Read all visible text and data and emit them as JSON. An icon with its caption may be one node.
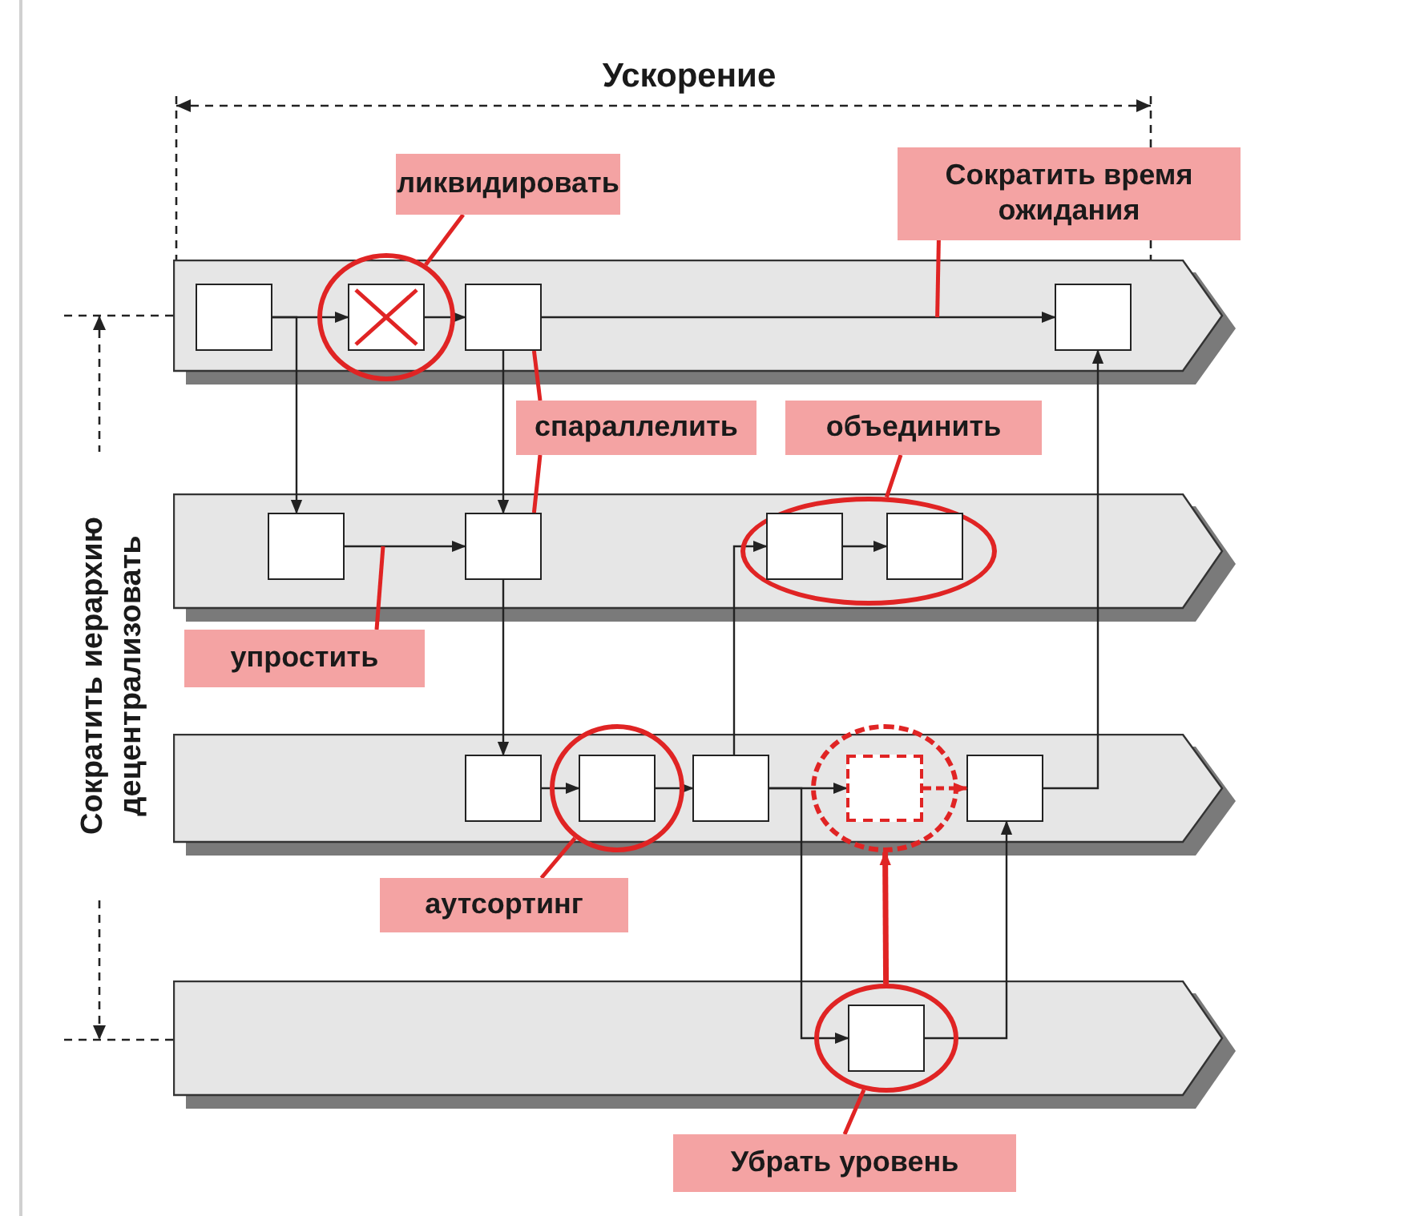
{
  "diagram": {
    "nodes": [
      {
        "text": [
          "ликвидировать"
        ]
      },
      {
        "text": [
          "Сократить время ожидания"
        ]
      },
      {
        "text": [],
        "shape": "arrow"
      },
      {
        "text": [],
        "shape": "box",
        "in": 2
      },
      {
        "text": [],
        "shape": "box",
        "in": 7
      },
      {
        "text": [],
        "shape": "box",
        "in": 2
      },
      {
        "text": [],
        "shape": "box",
        "in": 2
      },
      {
        "text": [],
        "shape": "ellipse"
      },
      {
        "text": [
          "спараллелить"
        ]
      },
      {
        "text": [
          "объединить"
        ]
      },
      {
        "text": [],
        "shape": "arrow"
      },
      {
        "text": [],
        "shape": "box",
        "in": 10
      },
      {
        "text": [],
        "shape": "box",
        "in": 10
      },
      {
        "text": [],
        "shape": "box",
        "in": 15
      },
      {
        "text": [],
        "shape": "box",
        "in": 15
      },
      {
        "text": [],
        "shape": "ellipse",
        "in": 10
      },
      {
        "text": [
          "упростить"
        ]
      },
      {
        "text": [],
        "shape": "arrow"
      },
      {
        "text": [],
        "shape": "box",
        "in": 17
      },
      {
        "text": [],
        "shape": "box",
        "in": 23
      },
      {
        "text": [],
        "shape": "box",
        "in": 17
      },
      {
        "text": [],
        "shape": "box",
        "in": 24
      },
      {
        "text": [],
        "shape": "box",
        "in": 17
      },
      {
        "text": [],
        "shape": "ellipse"
      },
      {
        "text": [],
        "shape": "ellipse"
      },
      {
        "text": [
          "аутсортинг"
        ]
      },
      {
        "text": [],
        "shape": "arrow"
      },
      {
        "text": [],
        "shape": "box",
        "in": 28
      },
      {
        "text": [],
        "shape": "ellipse",
        "in": 26
      },
      {
        "text": [
          "Убрать уровень"
        ]
      }
    ],
    "edges": [
      {
        "from": 3,
        "to": 4,
        "arrow": "to"
      },
      {
        "from": 4,
        "to": 5,
        "arrow": "to"
      },
      {
        "from": 5,
        "to": 6,
        "arrow": "to"
      },
      {
        "from": 3,
        "to": 11,
        "arrow": "to"
      },
      {
        "from": 5,
        "to": 12,
        "arrow": "to"
      },
      {
        "from": 11,
        "to": 12,
        "arrow": "to"
      },
      {
        "from": 12,
        "to": 18,
        "arrow": "to"
      },
      {
        "from": 18,
        "to": 19,
        "arrow": "to"
      },
      {
        "from": 19,
        "to": 20,
        "arrow": "to"
      },
      {
        "from": 20,
        "to": 13,
        "arrow": "to"
      },
      {
        "from": 13,
        "to": 14,
        "arrow": "to"
      },
      {
        "from": 20,
        "to": 21,
        "arrow": "to"
      },
      {
        "from": 21,
        "to": 22,
        "arrow": "to",
        "style": "dashed",
        "color": "#e02424"
      },
      {
        "from": 22,
        "to": 6,
        "arrow": "to"
      },
      {
        "from": 20,
        "to": 27,
        "arrow": "to"
      },
      {
        "from": 27,
        "to": 22,
        "arrow": "to"
      },
      {
        "from": 28,
        "to": 24,
        "arrow": "to",
        "style": "thick",
        "color": "#e02424"
      },
      {
        "from": 0,
        "to": 7,
        "arrow": "none",
        "color": "#e02424"
      },
      {
        "from": 1,
        "to": 2,
        "arrow": "none",
        "color": "#e02424"
      },
      {
        "from": 8,
        "to": 5,
        "arrow": "none",
        "color": "#e02424"
      },
      {
        "from": 8,
        "to": 12,
        "arrow": "none",
        "color": "#e02424"
      },
      {
        "from": 9,
        "to": 15,
        "arrow": "none",
        "color": "#e02424"
      },
      {
        "from": 16,
        "to": 10,
        "arrow": "none",
        "color": "#e02424"
      },
      {
        "from": 25,
        "to": 23,
        "arrow": "none",
        "color": "#e02424"
      },
      {
        "from": 29,
        "to": 28,
        "arrow": "none",
        "color": "#e02424"
      }
    ],
    "labels": [
      "Ускорение",
      "Сократить иерархию",
      "децентрализовать"
    ]
  }
}
